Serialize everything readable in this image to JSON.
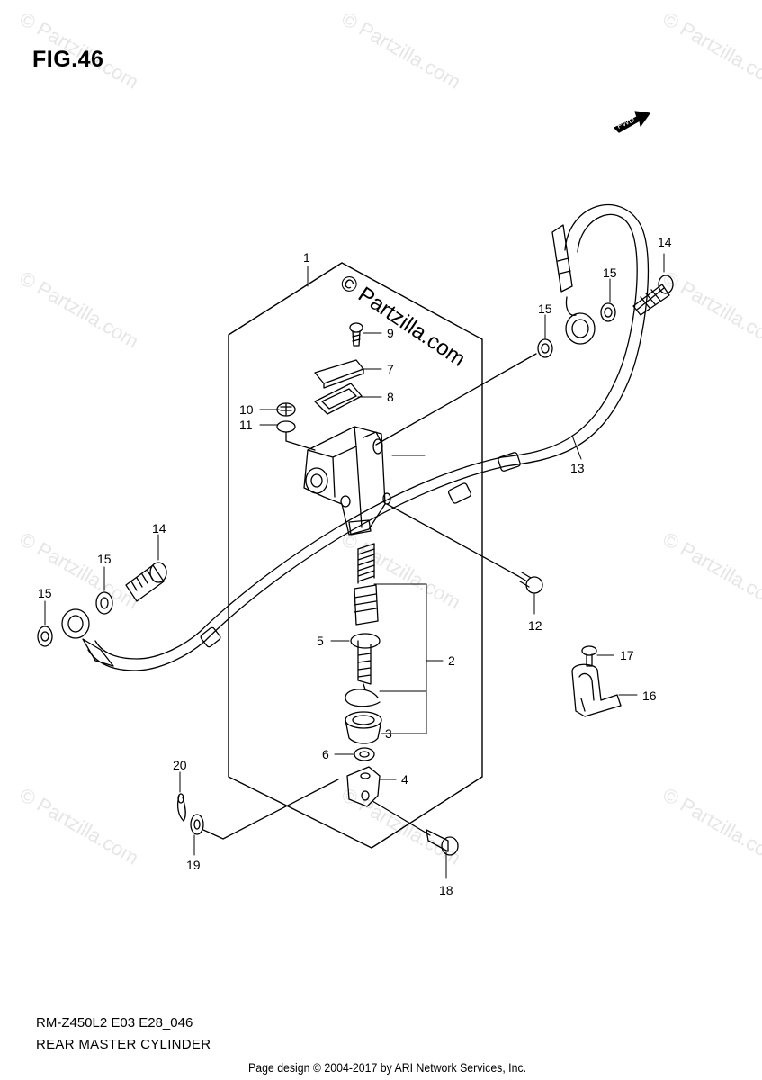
{
  "figure": {
    "title": "FIG.46"
  },
  "fwd_label": "FWD",
  "callouts": {
    "c1": "1",
    "c2": "2",
    "c3": "3",
    "c4": "4",
    "c5": "5",
    "c6": "6",
    "c7": "7",
    "c8": "8",
    "c9": "9",
    "c10": "10",
    "c11": "11",
    "c12": "12",
    "c13": "13",
    "c14a": "14",
    "c14b": "14",
    "c15a": "15",
    "c15b": "15",
    "c15c": "15",
    "c15d": "15",
    "c16": "16",
    "c17": "17",
    "c18": "18",
    "c19": "19",
    "c20": "20"
  },
  "footer": {
    "model_code": "RM-Z450L2 E03 E28_046",
    "diagram_name": "REAR MASTER CYLINDER",
    "credit": "Page design © 2004-2017 by ARI Network Services, Inc."
  },
  "watermark": {
    "text": "© Partzilla.com"
  },
  "colors": {
    "line": "#000000",
    "watermark": "#e6e6e6"
  }
}
